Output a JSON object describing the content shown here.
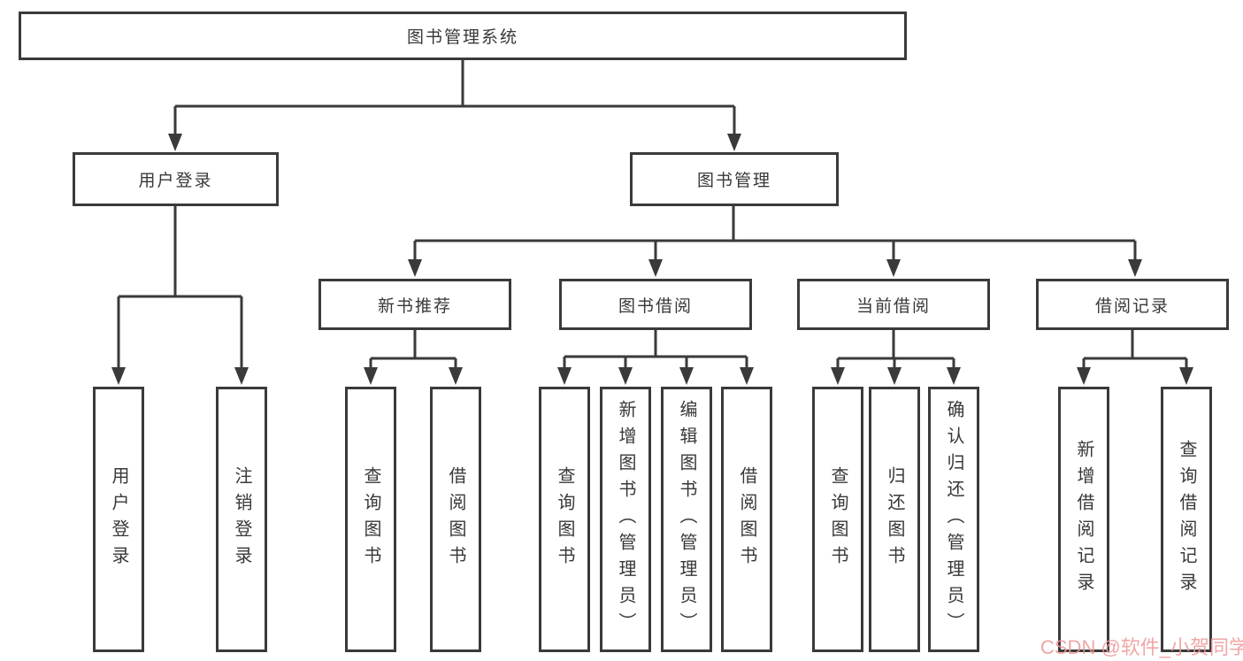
{
  "diagram": {
    "type": "hierarchy-tree",
    "root": {
      "label": "图书管理系统"
    },
    "branches": [
      {
        "label": "用户登录",
        "children": [
          {
            "label": "用户登录"
          },
          {
            "label": "注销登录"
          }
        ]
      },
      {
        "label": "图书管理",
        "children": [
          {
            "label": "新书推荐",
            "children": [
              {
                "label": "查询图书"
              },
              {
                "label": "借阅图书"
              }
            ]
          },
          {
            "label": "图书借阅",
            "children": [
              {
                "label": "查询图书"
              },
              {
                "label": "新增图书（管理员）"
              },
              {
                "label": "编辑图书（管理员）"
              },
              {
                "label": "借阅图书"
              }
            ]
          },
          {
            "label": "当前借阅",
            "children": [
              {
                "label": "查询图书"
              },
              {
                "label": "归还图书"
              },
              {
                "label": "确认归还（管理员）"
              }
            ]
          },
          {
            "label": "借阅记录",
            "children": [
              {
                "label": "新增借阅记录"
              },
              {
                "label": "查询借阅记录"
              }
            ]
          }
        ]
      }
    ]
  },
  "watermark": {
    "text": "CSDN @软件_小贺同学",
    "color": "#ec9696"
  },
  "style": {
    "line_color": "#3a3a3a",
    "text_color": "#383838",
    "background": "#ffffff"
  }
}
